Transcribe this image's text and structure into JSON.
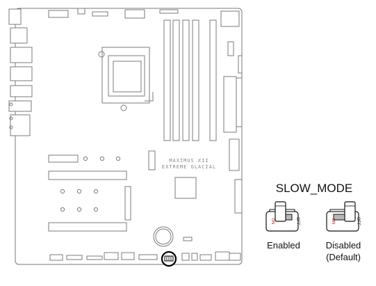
{
  "board": {
    "model_line1": "MAXIMUS XII",
    "model_line2": "EXTREME GLACIAL"
  },
  "switch_panel": {
    "title": "SLOW_MODE",
    "on_label": "ON",
    "off_label": "OFF",
    "enabled_label": "Enabled",
    "disabled_label": "Disabled",
    "default_label": "(Default)"
  },
  "colors": {
    "outline": "#7a7a7a",
    "ink": "#111111",
    "on_red": "#d2232a",
    "switch_grey": "#b8b8b8",
    "highlight_ring": "#000000"
  }
}
